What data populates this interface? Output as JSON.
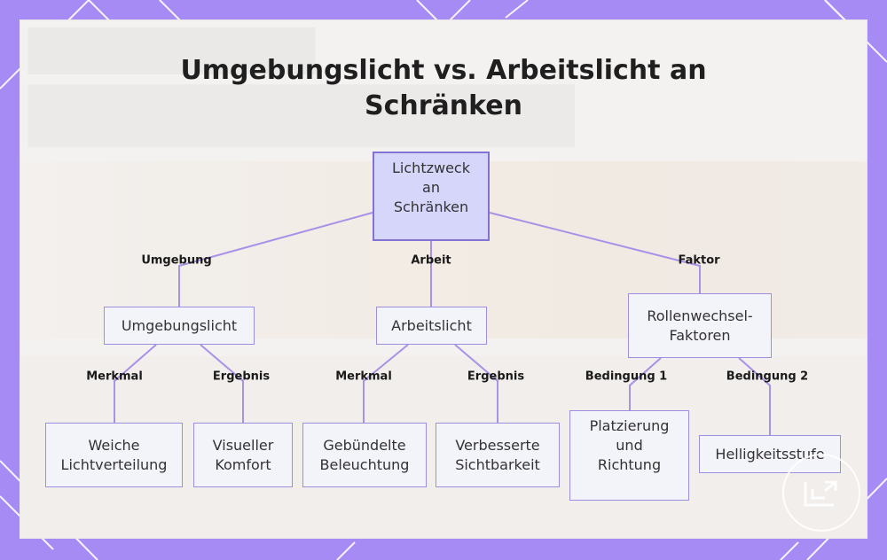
{
  "title_lines": [
    "Umgebungslicht vs. Arbeitslicht an",
    "Schränken"
  ],
  "nodes": {
    "root": [
      "Lichtzweck",
      "an",
      "Schränken"
    ],
    "ambient": [
      "Umgebungslicht"
    ],
    "task": [
      "Arbeitslicht"
    ],
    "factors": [
      "Rollenwechsel-",
      "Faktoren"
    ],
    "soft": [
      "Weiche",
      "Lichtverteilung"
    ],
    "comfort": [
      "Visueller",
      "Komfort"
    ],
    "focused": [
      "Gebündelte",
      "Beleuchtung"
    ],
    "visibility": [
      "Verbesserte",
      "Sichtbarkeit"
    ],
    "placement": [
      "Platzierung",
      "und",
      "Richtung"
    ],
    "brightness": [
      "Helligkeitsstufe"
    ]
  },
  "edge_labels": {
    "umgebung": "Umgebung",
    "arbeit": "Arbeit",
    "faktor": "Faktor",
    "merkmal_1": "Merkmal",
    "ergebnis_1": "Ergebnis",
    "merkmal_2": "Merkmal",
    "ergebnis_2": "Ergebnis",
    "bedingung_1": "Bedingung 1",
    "bedingung_2": "Bedingung 2"
  },
  "colors": {
    "frame": "#a68bf5",
    "node_fill": "#f3f3fa",
    "root_fill": "#d6d6fb",
    "node_border": "#9d8fe0",
    "edge": "#a991e8"
  },
  "icons": {
    "watermark": "logo-badge-icon"
  }
}
